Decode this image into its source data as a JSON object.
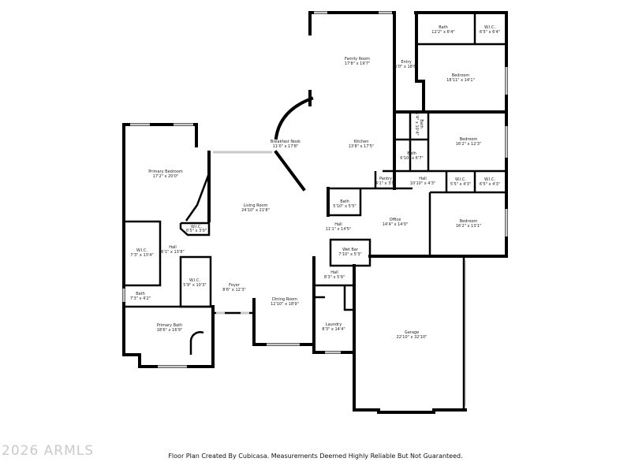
{
  "rooms": [
    {
      "name": "Family Room",
      "dims": "17'8\" x 19'7\""
    },
    {
      "name": "Entry",
      "dims": "6'0\" x 18'6\""
    },
    {
      "name": "Bath",
      "dims": "12'2\" x 6'4\""
    },
    {
      "name": "W.I.C.",
      "dims": "6'5\" x 6'4\""
    },
    {
      "name": "Bedroom",
      "dims": "18'11\" x 14'1\""
    },
    {
      "name": "Breakfast Nook",
      "dims": "11'0\" x 17'8\""
    },
    {
      "name": "Kitchen",
      "dims": "13'8\" x 17'5\""
    },
    {
      "name": "Bath",
      "dims": "5'4\" x 10'4\""
    },
    {
      "name": "Bath",
      "dims": "6'10\" x 6'7\""
    },
    {
      "name": "Bedroom",
      "dims": "16'2\" x 12'3\""
    },
    {
      "name": "Primary Bedroom",
      "dims": "17'2\" x 20'0\""
    },
    {
      "name": "Living Room",
      "dims": "24'10\" x 21'8\""
    },
    {
      "name": "Pantry",
      "dims": "4'1\" x 3'9\""
    },
    {
      "name": "Hall",
      "dims": "10'10\" x 4'3\""
    },
    {
      "name": "W.I.C.",
      "dims": "5'5\" x 4'3\""
    },
    {
      "name": "W.I.C.",
      "dims": "6'5\" x 4'3\""
    },
    {
      "name": "W.I.C.",
      "dims": "6'5\" x 3'0\""
    },
    {
      "name": "Bath",
      "dims": "5'10\" x 5'5\""
    },
    {
      "name": "Hall",
      "dims": "11'1\" x 14'5\""
    },
    {
      "name": "Office",
      "dims": "14'4\" x 14'0\""
    },
    {
      "name": "Bedroom",
      "dims": "16'2\" x 13'1\""
    },
    {
      "name": "W.I.C.",
      "dims": "7'3\" x 13'4\""
    },
    {
      "name": "Hall",
      "dims": "6'1\" x 13'8\""
    },
    {
      "name": "Wet Bar",
      "dims": "7'10\" x 5'3\""
    },
    {
      "name": "W.I.C.",
      "dims": "5'9\" x 10'3\""
    },
    {
      "name": "Foyer",
      "dims": "8'6\" x 12'3\""
    },
    {
      "name": "Hall",
      "dims": "8'3\" x 5'9\""
    },
    {
      "name": "Bath",
      "dims": "7'3\" x 4'2\""
    },
    {
      "name": "Dining Room",
      "dims": "12'10\" x 18'9\""
    },
    {
      "name": "Laundry",
      "dims": "8'3\" x 14'4\""
    },
    {
      "name": "Primary Bath",
      "dims": "18'6\" x 16'9\""
    },
    {
      "name": "Garage",
      "dims": "22'10\" x 32'10\""
    }
  ],
  "watermark": "2026 ARMLS",
  "credit": "Floor Plan Created By Cubicasa. Measurements Deemed Highly Reliable But Not Guaranteed."
}
